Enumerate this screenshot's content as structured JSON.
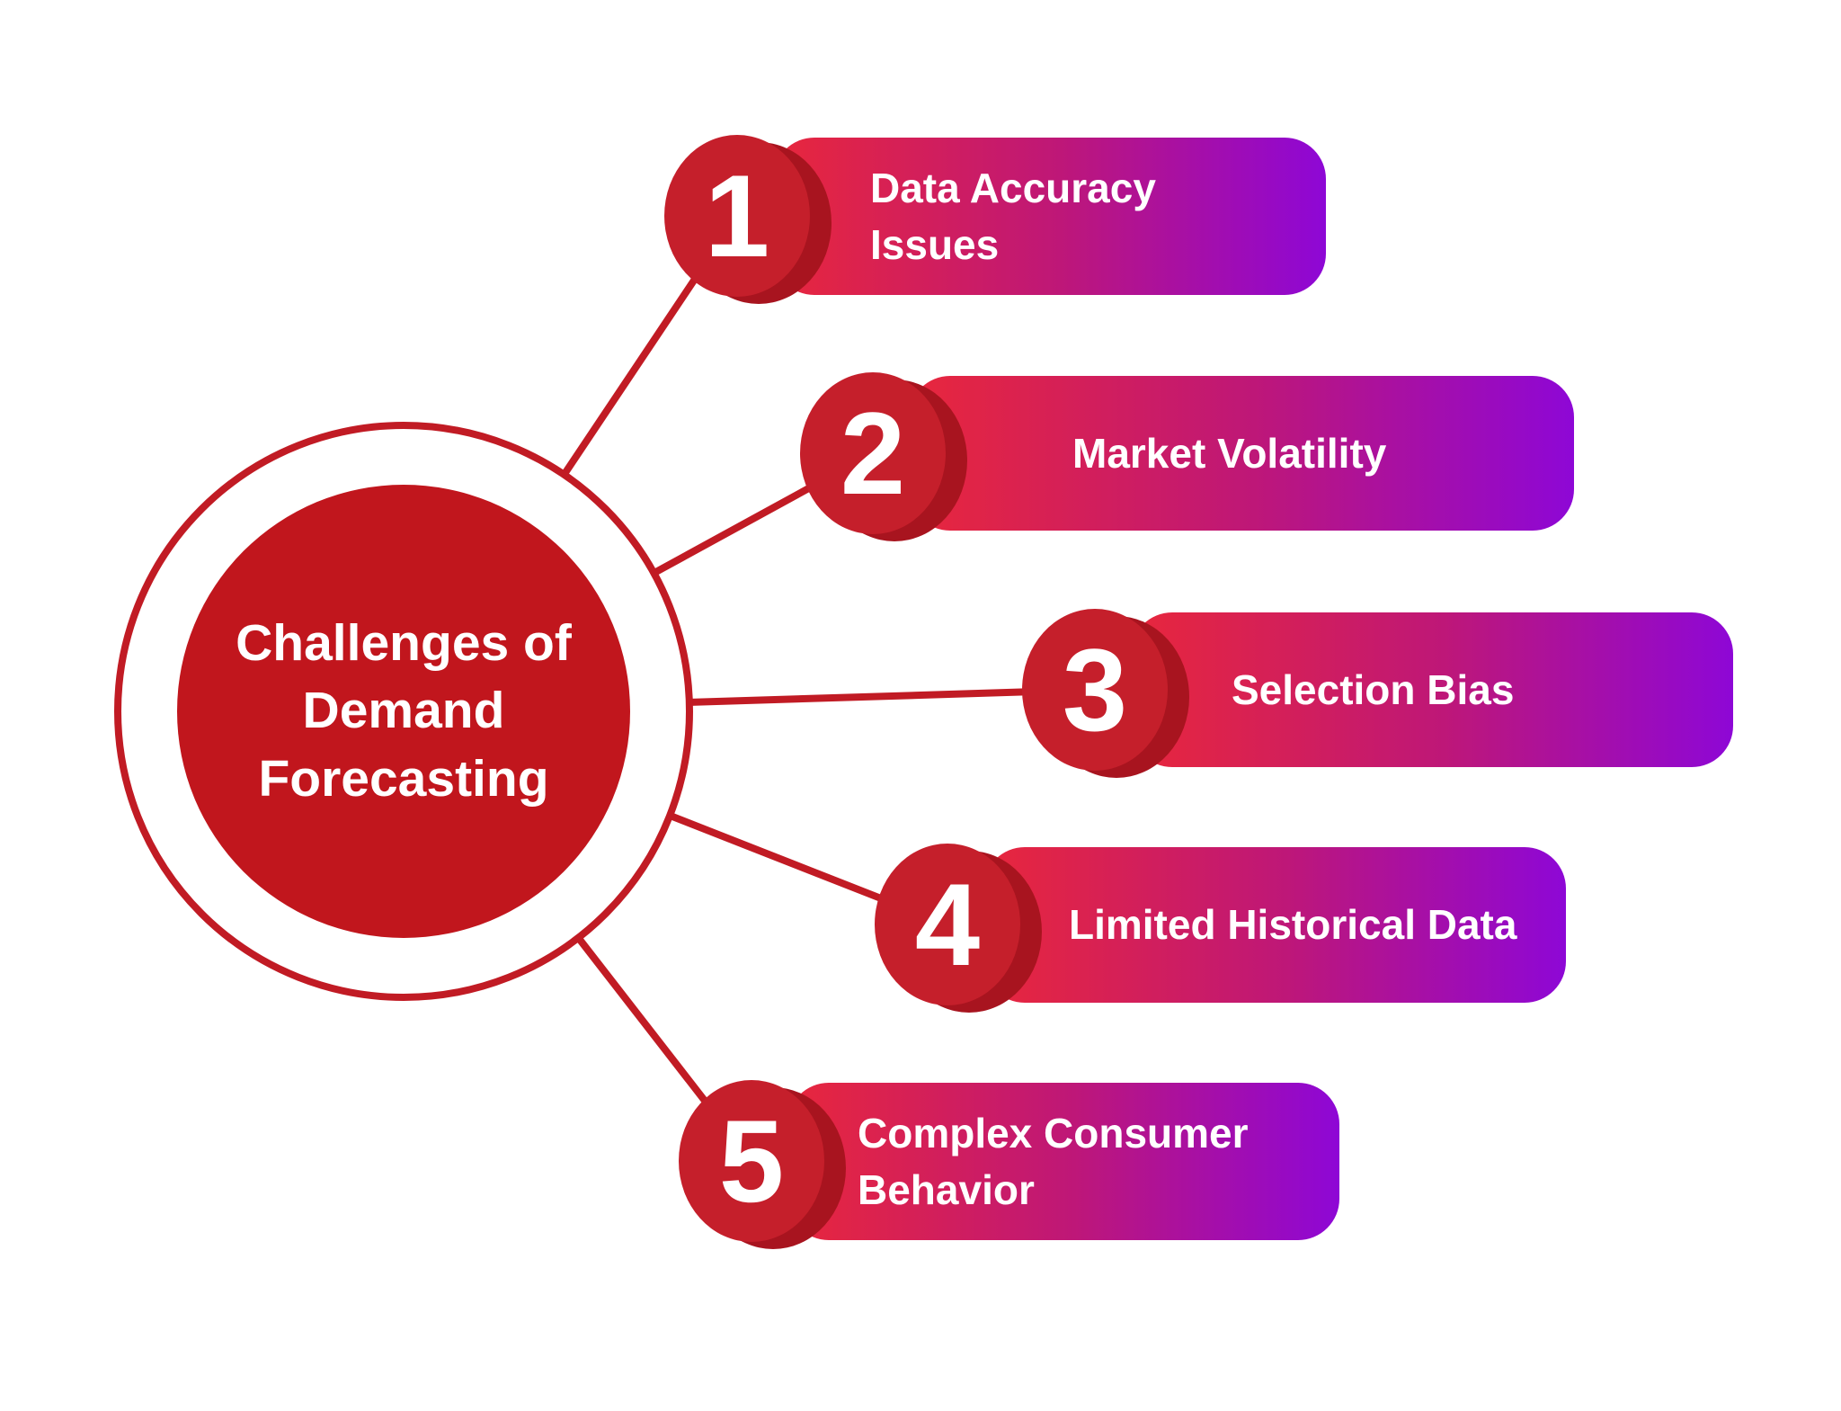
{
  "hub": {
    "title": "Challenges of Demand Forecasting"
  },
  "items": [
    {
      "number": "1",
      "label": "Data Accuracy Issues"
    },
    {
      "number": "2",
      "label": "Market Volatility"
    },
    {
      "number": "3",
      "label": "Selection Bias"
    },
    {
      "number": "4",
      "label": "Limited Historical Data"
    },
    {
      "number": "5",
      "label": "Complex Consumer Behavior"
    }
  ],
  "colors": {
    "primary_red": "#c1161d",
    "badge_red": "#c51f2b",
    "badge_shadow_red": "#a8141f",
    "connector_red": "#c11b24",
    "pill_gradient_start": "#e8273c",
    "pill_gradient_mid": "#be1778",
    "pill_gradient_end": "#8e07d6",
    "text": "#ffffff",
    "background": "#ffffff"
  }
}
